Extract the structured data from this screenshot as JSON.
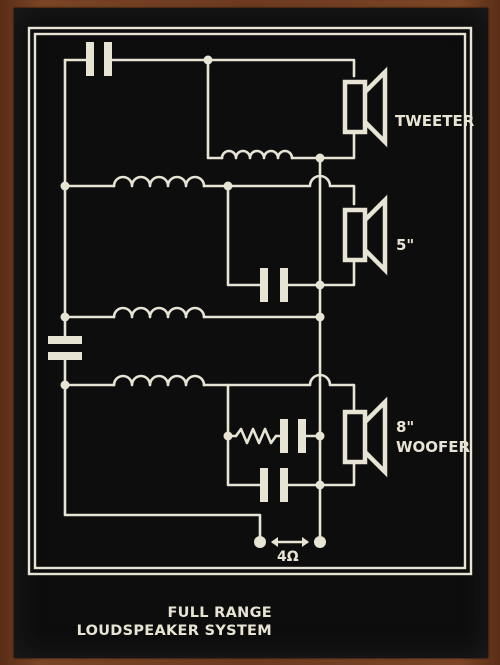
{
  "labels": {
    "tweeter": "TWEETER",
    "midrange": "5\"",
    "woofer_size": "8\"",
    "woofer": "WOOFER",
    "impedance": "4Ω"
  },
  "caption": {
    "line1": "FULL RANGE",
    "line2": "LOUDSPEAKER SYSTEM"
  },
  "colors": {
    "plate": "#0d0d0e",
    "engraving": "#e8e4d4",
    "wood": "#6b3a1f"
  },
  "icons": [
    "speaker-icon",
    "capacitor-icon",
    "inductor-icon",
    "resistor-icon",
    "terminal-icon"
  ]
}
